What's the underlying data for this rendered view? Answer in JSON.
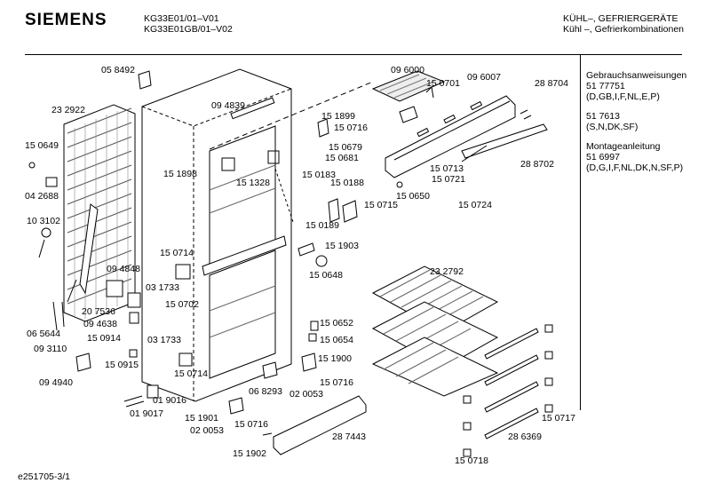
{
  "header": {
    "brand": "SIEMENS",
    "model_line1": "KG33E01/01–V01",
    "model_line2": "KG33E01GB/01–V02",
    "category_line1": "KÜHL–, GEFRIERGERÄTE",
    "category_line2": "Kühl –, Gefrierkombinationen"
  },
  "side_info": {
    "manual_title": "Gebrauchsanweisungen",
    "manual_1_number": "51 77751",
    "manual_1_langs": "(D,GB,I,F,NL,E,P)",
    "manual_2_number": "51 7613",
    "manual_2_langs": "(S,N,DK,SF)",
    "install_title": "Montageanleitung",
    "install_number": "51 6997",
    "install_langs": "(D,G,I,F,NL,DK,N,SF,P)"
  },
  "footer": {
    "doc_id": "e251705-3/1"
  },
  "part_labels": [
    "05 8492",
    "23 2922",
    "15 0649",
    "04 2688",
    "10 3102",
    "09 4848",
    "09 4638",
    "20 7536",
    "06 5644",
    "09 3110",
    "15 0914",
    "15 0915",
    "09 4940",
    "01 9016",
    "01 9017",
    "09 4839",
    "15 1898",
    "15 1328",
    "15 0714",
    "03 1733",
    "15 0702",
    "03 1733",
    "15 0714",
    "15 1901",
    "02 0053",
    "15 0716",
    "15 1902",
    "06 8293",
    "09 6000",
    "15 0701",
    "09 6007",
    "28 8704",
    "15 1899",
    "15 0716",
    "15 0679",
    "15 0681",
    "15 0183",
    "15 0188",
    "15 0715",
    "15 0189",
    "15 0713",
    "15 0721",
    "15 0650",
    "15 0724",
    "28 8702",
    "15 1903",
    "15 0648",
    "23 2792",
    "15 0652",
    "15 0654",
    "15 1900",
    "15 0716",
    "02 0053",
    "28 7443",
    "15 0717",
    "28 6369",
    "15 0718"
  ]
}
